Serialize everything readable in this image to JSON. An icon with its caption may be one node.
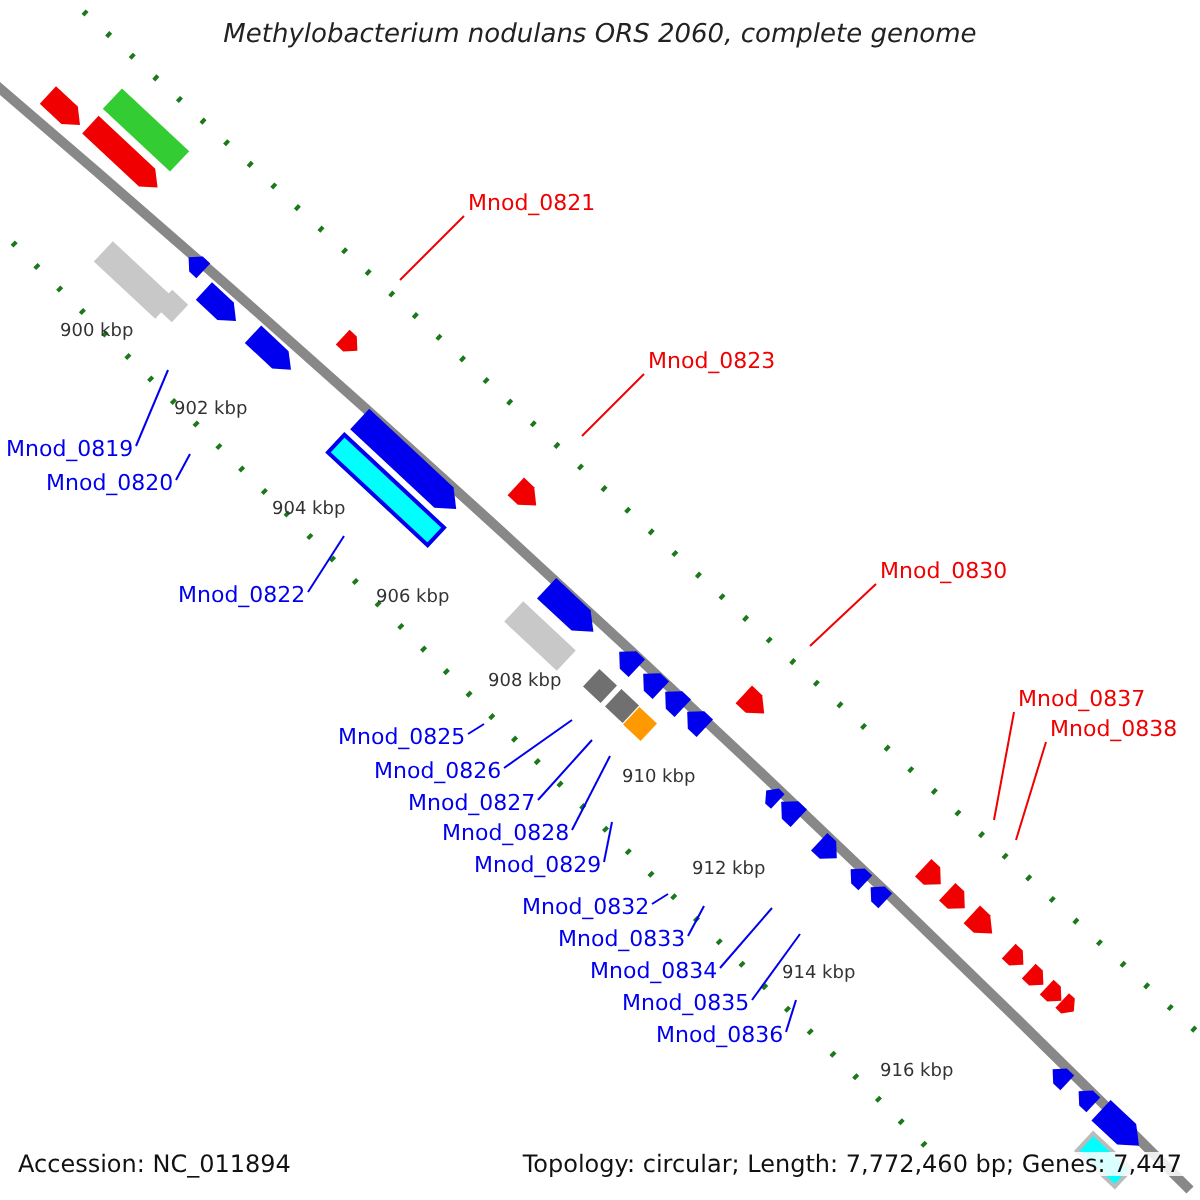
{
  "diagram": {
    "title": "Methylobacterium nodulans ORS 2060, complete genome",
    "nodes": [
      {
        "text": [
          "Mnod_0821"
        ]
      },
      {
        "text": [
          "Mnod_0823"
        ]
      },
      {
        "text": [
          "Mnod_0819"
        ]
      },
      {
        "text": [
          "Mnod_0820"
        ]
      },
      {
        "text": [
          "Mnod_0830"
        ]
      },
      {
        "text": [
          "Mnod_0822"
        ]
      },
      {
        "text": [
          "Mnod_0837"
        ]
      },
      {
        "text": [
          "Mnod_0838"
        ]
      },
      {
        "text": [
          "Mnod_0825"
        ]
      },
      {
        "text": [
          "Mnod_0826"
        ]
      },
      {
        "text": [
          "Mnod_0827"
        ]
      },
      {
        "text": [
          "Mnod_0828"
        ]
      },
      {
        "text": [
          "Mnod_0829"
        ]
      },
      {
        "text": [
          "Mnod_0832"
        ]
      },
      {
        "text": [
          "Mnod_0833"
        ]
      },
      {
        "text": [
          "Mnod_0834"
        ]
      },
      {
        "text": [
          "Mnod_0835"
        ]
      },
      {
        "text": [
          "Mnod_0836"
        ]
      }
    ],
    "edges": [
      {
        "from": 0,
        "to": null,
        "arrow": "none",
        "color": "#f00000"
      },
      {
        "from": 1,
        "to": null,
        "arrow": "none",
        "color": "#f00000"
      },
      {
        "from": 2,
        "to": null,
        "arrow": "none"
      },
      {
        "from": 3,
        "to": null,
        "arrow": "none"
      },
      {
        "from": 4,
        "to": null,
        "arrow": "none",
        "color": "#f00000"
      },
      {
        "from": 5,
        "to": null,
        "arrow": "none"
      },
      {
        "from": 6,
        "to": null,
        "arrow": "none",
        "color": "#f00000"
      },
      {
        "from": 7,
        "to": null,
        "arrow": "none",
        "color": "#f00000"
      },
      {
        "from": 8,
        "to": null,
        "arrow": "none"
      },
      {
        "from": 9,
        "to": null,
        "arrow": "none"
      },
      {
        "from": 10,
        "to": null,
        "arrow": "none"
      },
      {
        "from": 11,
        "to": null,
        "arrow": "none"
      },
      {
        "from": 12,
        "to": null,
        "arrow": "none"
      },
      {
        "from": 13,
        "to": null,
        "arrow": "none"
      },
      {
        "from": 14,
        "to": null,
        "arrow": "none"
      },
      {
        "from": 15,
        "to": null,
        "arrow": "none"
      },
      {
        "from": 16,
        "to": null,
        "arrow": "none"
      },
      {
        "from": 17,
        "to": null,
        "arrow": "none"
      }
    ],
    "labels": [
      "900 kbp",
      "902 kbp",
      "904 kbp",
      "906 kbp",
      "908 kbp",
      "910 kbp",
      "912 kbp",
      "914 kbp",
      "916 kbp",
      "Accession: NC_011894",
      "Topology: circular; Length: 7,772,460 bp; Genes: 7,447"
    ]
  }
}
